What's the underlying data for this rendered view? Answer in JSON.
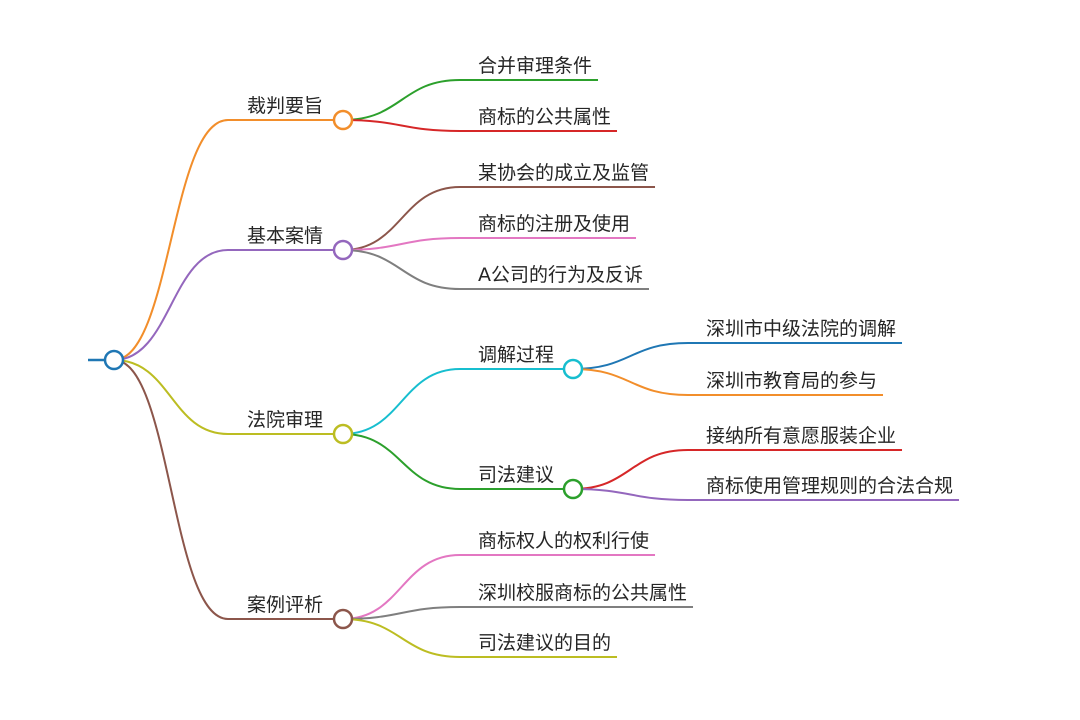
{
  "mindmap": {
    "colors": {
      "orange": "#f28e2b",
      "purple": "#9467bd",
      "olive": "#bcbd22",
      "brown": "#8c564b",
      "blue": "#1f77b4",
      "green": "#2ca02c",
      "red": "#d62728",
      "pink": "#e377c2",
      "gray": "#7f7f7f",
      "cyan": "#17becf"
    },
    "branches": [
      {
        "label": "裁判要旨",
        "color": "#f28e2b",
        "children": [
          {
            "label": "合并审理条件",
            "color": "#2ca02c"
          },
          {
            "label": "商标的公共属性",
            "color": "#d62728"
          }
        ]
      },
      {
        "label": "基本案情",
        "color": "#9467bd",
        "children": [
          {
            "label": "某协会的成立及监管",
            "color": "#8c564b"
          },
          {
            "label": "商标的注册及使用",
            "color": "#e377c2"
          },
          {
            "label": "A公司的行为及反诉",
            "color": "#7f7f7f"
          }
        ]
      },
      {
        "label": "法院审理",
        "color": "#bcbd22",
        "children": [
          {
            "label": "调解过程",
            "color": "#17becf",
            "children": [
              {
                "label": "深圳市中级法院的调解",
                "color": "#1f77b4"
              },
              {
                "label": "深圳市教育局的参与",
                "color": "#f28e2b"
              }
            ]
          },
          {
            "label": "司法建议",
            "color": "#2ca02c",
            "children": [
              {
                "label": "接纳所有意愿服装企业",
                "color": "#d62728"
              },
              {
                "label": "商标使用管理规则的合法合规",
                "color": "#9467bd"
              }
            ]
          }
        ]
      },
      {
        "label": "案例评析",
        "color": "#8c564b",
        "children": [
          {
            "label": "商标权人的权利行使",
            "color": "#e377c2"
          },
          {
            "label": "深圳校服商标的公共属性",
            "color": "#7f7f7f"
          },
          {
            "label": "司法建议的目的",
            "color": "#bcbd22"
          }
        ]
      }
    ]
  }
}
